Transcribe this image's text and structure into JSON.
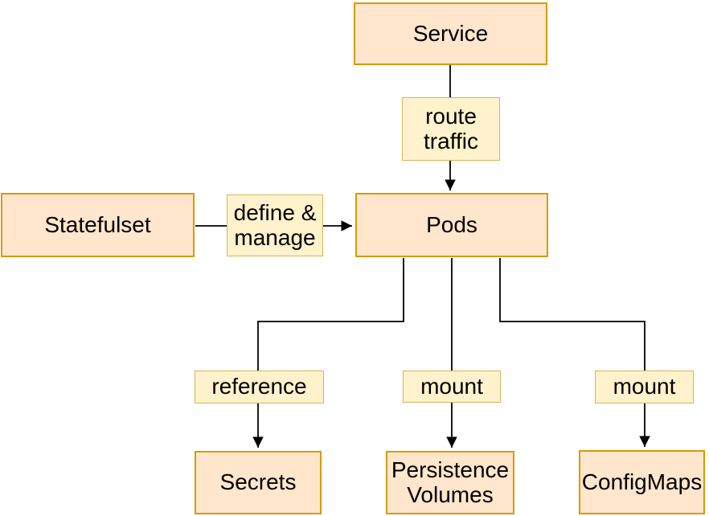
{
  "diagram": {
    "type": "flowchart",
    "background": "#FFFFFF",
    "nodes": {
      "service": {
        "label": "Service"
      },
      "statefulset": {
        "label": "Statefulset"
      },
      "pods": {
        "label": "Pods"
      },
      "secrets": {
        "label": "Secrets"
      },
      "persistence_volumes": {
        "label": "Persistence Volumes"
      },
      "configmaps": {
        "label": "ConfigMaps"
      }
    },
    "edge_labels": {
      "route_traffic": {
        "label": "route traffic"
      },
      "define_manage": {
        "label": "define & manage"
      },
      "reference": {
        "label": "reference"
      },
      "mount_persistence": {
        "label": "mount"
      },
      "mount_configmaps": {
        "label": "mount"
      }
    },
    "edges": [
      {
        "from": "Service",
        "to": "Pods",
        "label": "route traffic",
        "arrow": "end"
      },
      {
        "from": "Statefulset",
        "to": "Pods",
        "label": "define & manage",
        "arrow": "end"
      },
      {
        "from": "Pods",
        "to": "Secrets",
        "label": "reference",
        "arrow": "end"
      },
      {
        "from": "Pods",
        "to": "Persistence Volumes",
        "label": "mount",
        "arrow": "end"
      },
      {
        "from": "Pods",
        "to": "ConfigMaps",
        "label": "mount",
        "arrow": "end"
      }
    ],
    "colors": {
      "node_fill": "#FFE6CC",
      "node_stroke": "#D79B00",
      "label_fill": "#FFF2CC",
      "label_stroke": "#D6B656",
      "edge": "#000000",
      "text": "#000000"
    }
  }
}
